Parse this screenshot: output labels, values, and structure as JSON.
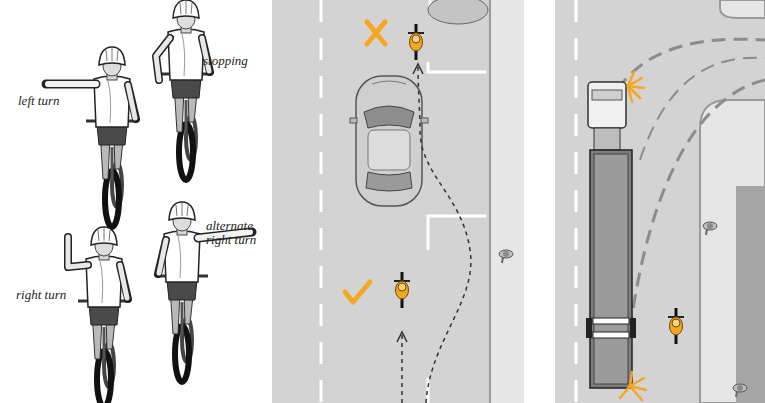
{
  "diagram": {
    "labels": [
      "left turn",
      "stopping",
      "right turn",
      "alternate right turn"
    ]
  }
}
